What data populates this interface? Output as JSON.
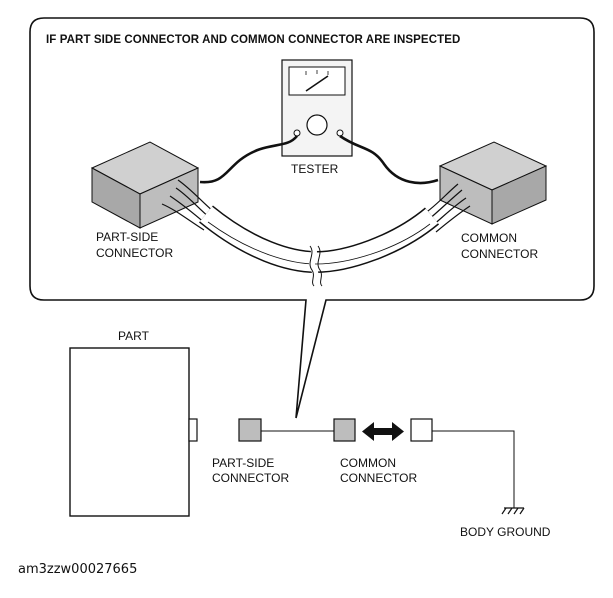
{
  "callout": {
    "title": "IF PART SIDE CONNECTOR AND COMMON CONNECTOR ARE INSPECTED",
    "tester_label": "TESTER",
    "part_side_connector": [
      "PART-SIDE",
      "CONNECTOR"
    ],
    "common_connector": [
      "COMMON",
      "CONNECTOR"
    ]
  },
  "schematic": {
    "part_label": "PART",
    "part_side_connector": [
      "PART-SIDE",
      "CONNECTOR"
    ],
    "common_connector": [
      "COMMON",
      "CONNECTOR"
    ],
    "body_ground": "BODY GROUND"
  },
  "figure_code": "am3zzw00027665",
  "colors": {
    "line": "#111111",
    "connector_gray": "#bdbdbd",
    "connector_face": "#d0d0d0",
    "connector_side": "#a8a8a8"
  },
  "icons": [
    "tester-meter-icon",
    "ground-symbol-icon",
    "double-arrow-icon"
  ]
}
